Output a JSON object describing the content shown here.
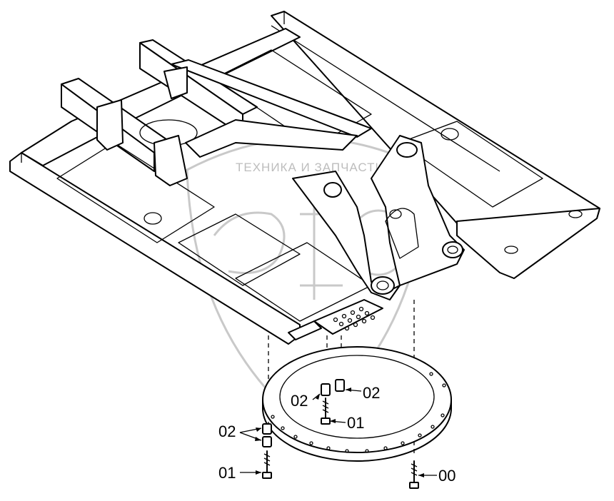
{
  "watermark": {
    "text": "ТЕХНИКА И ЗАПЧАСТИ",
    "logo_letters": "ЭПФ"
  },
  "callouts": [
    {
      "id": "c1",
      "label": "02"
    },
    {
      "id": "c2",
      "label": "02"
    },
    {
      "id": "c3",
      "label": "01"
    },
    {
      "id": "c4",
      "label": "02"
    },
    {
      "id": "c5",
      "label": "01"
    },
    {
      "id": "c6",
      "label": "00"
    }
  ],
  "colors": {
    "line": "#000000",
    "watermark": "#c9c9c9",
    "background": "#ffffff"
  }
}
